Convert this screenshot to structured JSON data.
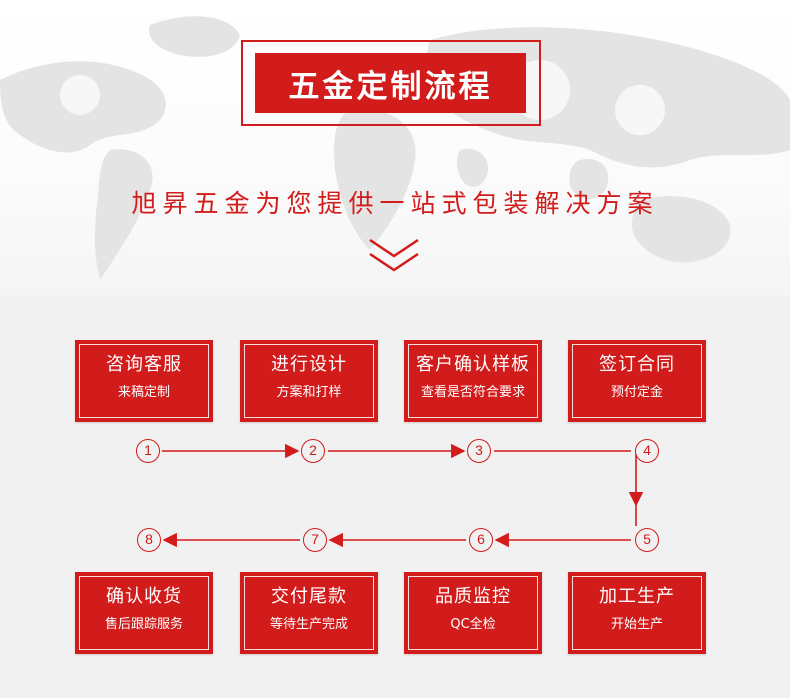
{
  "header": {
    "title": "五金定制流程",
    "subtitle": "旭昇五金为您提供一站式包装解决方案"
  },
  "colors": {
    "accent": "#d21b1b",
    "background": "#f1f1f1",
    "map": "#e6e6e6"
  },
  "steps": [
    {
      "num": "1",
      "title": "咨询客服",
      "sub": "来稿定制"
    },
    {
      "num": "2",
      "title": "进行设计",
      "sub": "方案和打样"
    },
    {
      "num": "3",
      "title": "客户确认样板",
      "sub": "查看是否符合要求"
    },
    {
      "num": "4",
      "title": "签订合同",
      "sub": "预付定金"
    },
    {
      "num": "5",
      "title": "加工生产",
      "sub": "开始生产"
    },
    {
      "num": "6",
      "title": "品质监控",
      "sub": "QC全检"
    },
    {
      "num": "7",
      "title": "交付尾款",
      "sub": "等待生产完成"
    },
    {
      "num": "8",
      "title": "确认收货",
      "sub": "售后跟踪服务"
    }
  ]
}
